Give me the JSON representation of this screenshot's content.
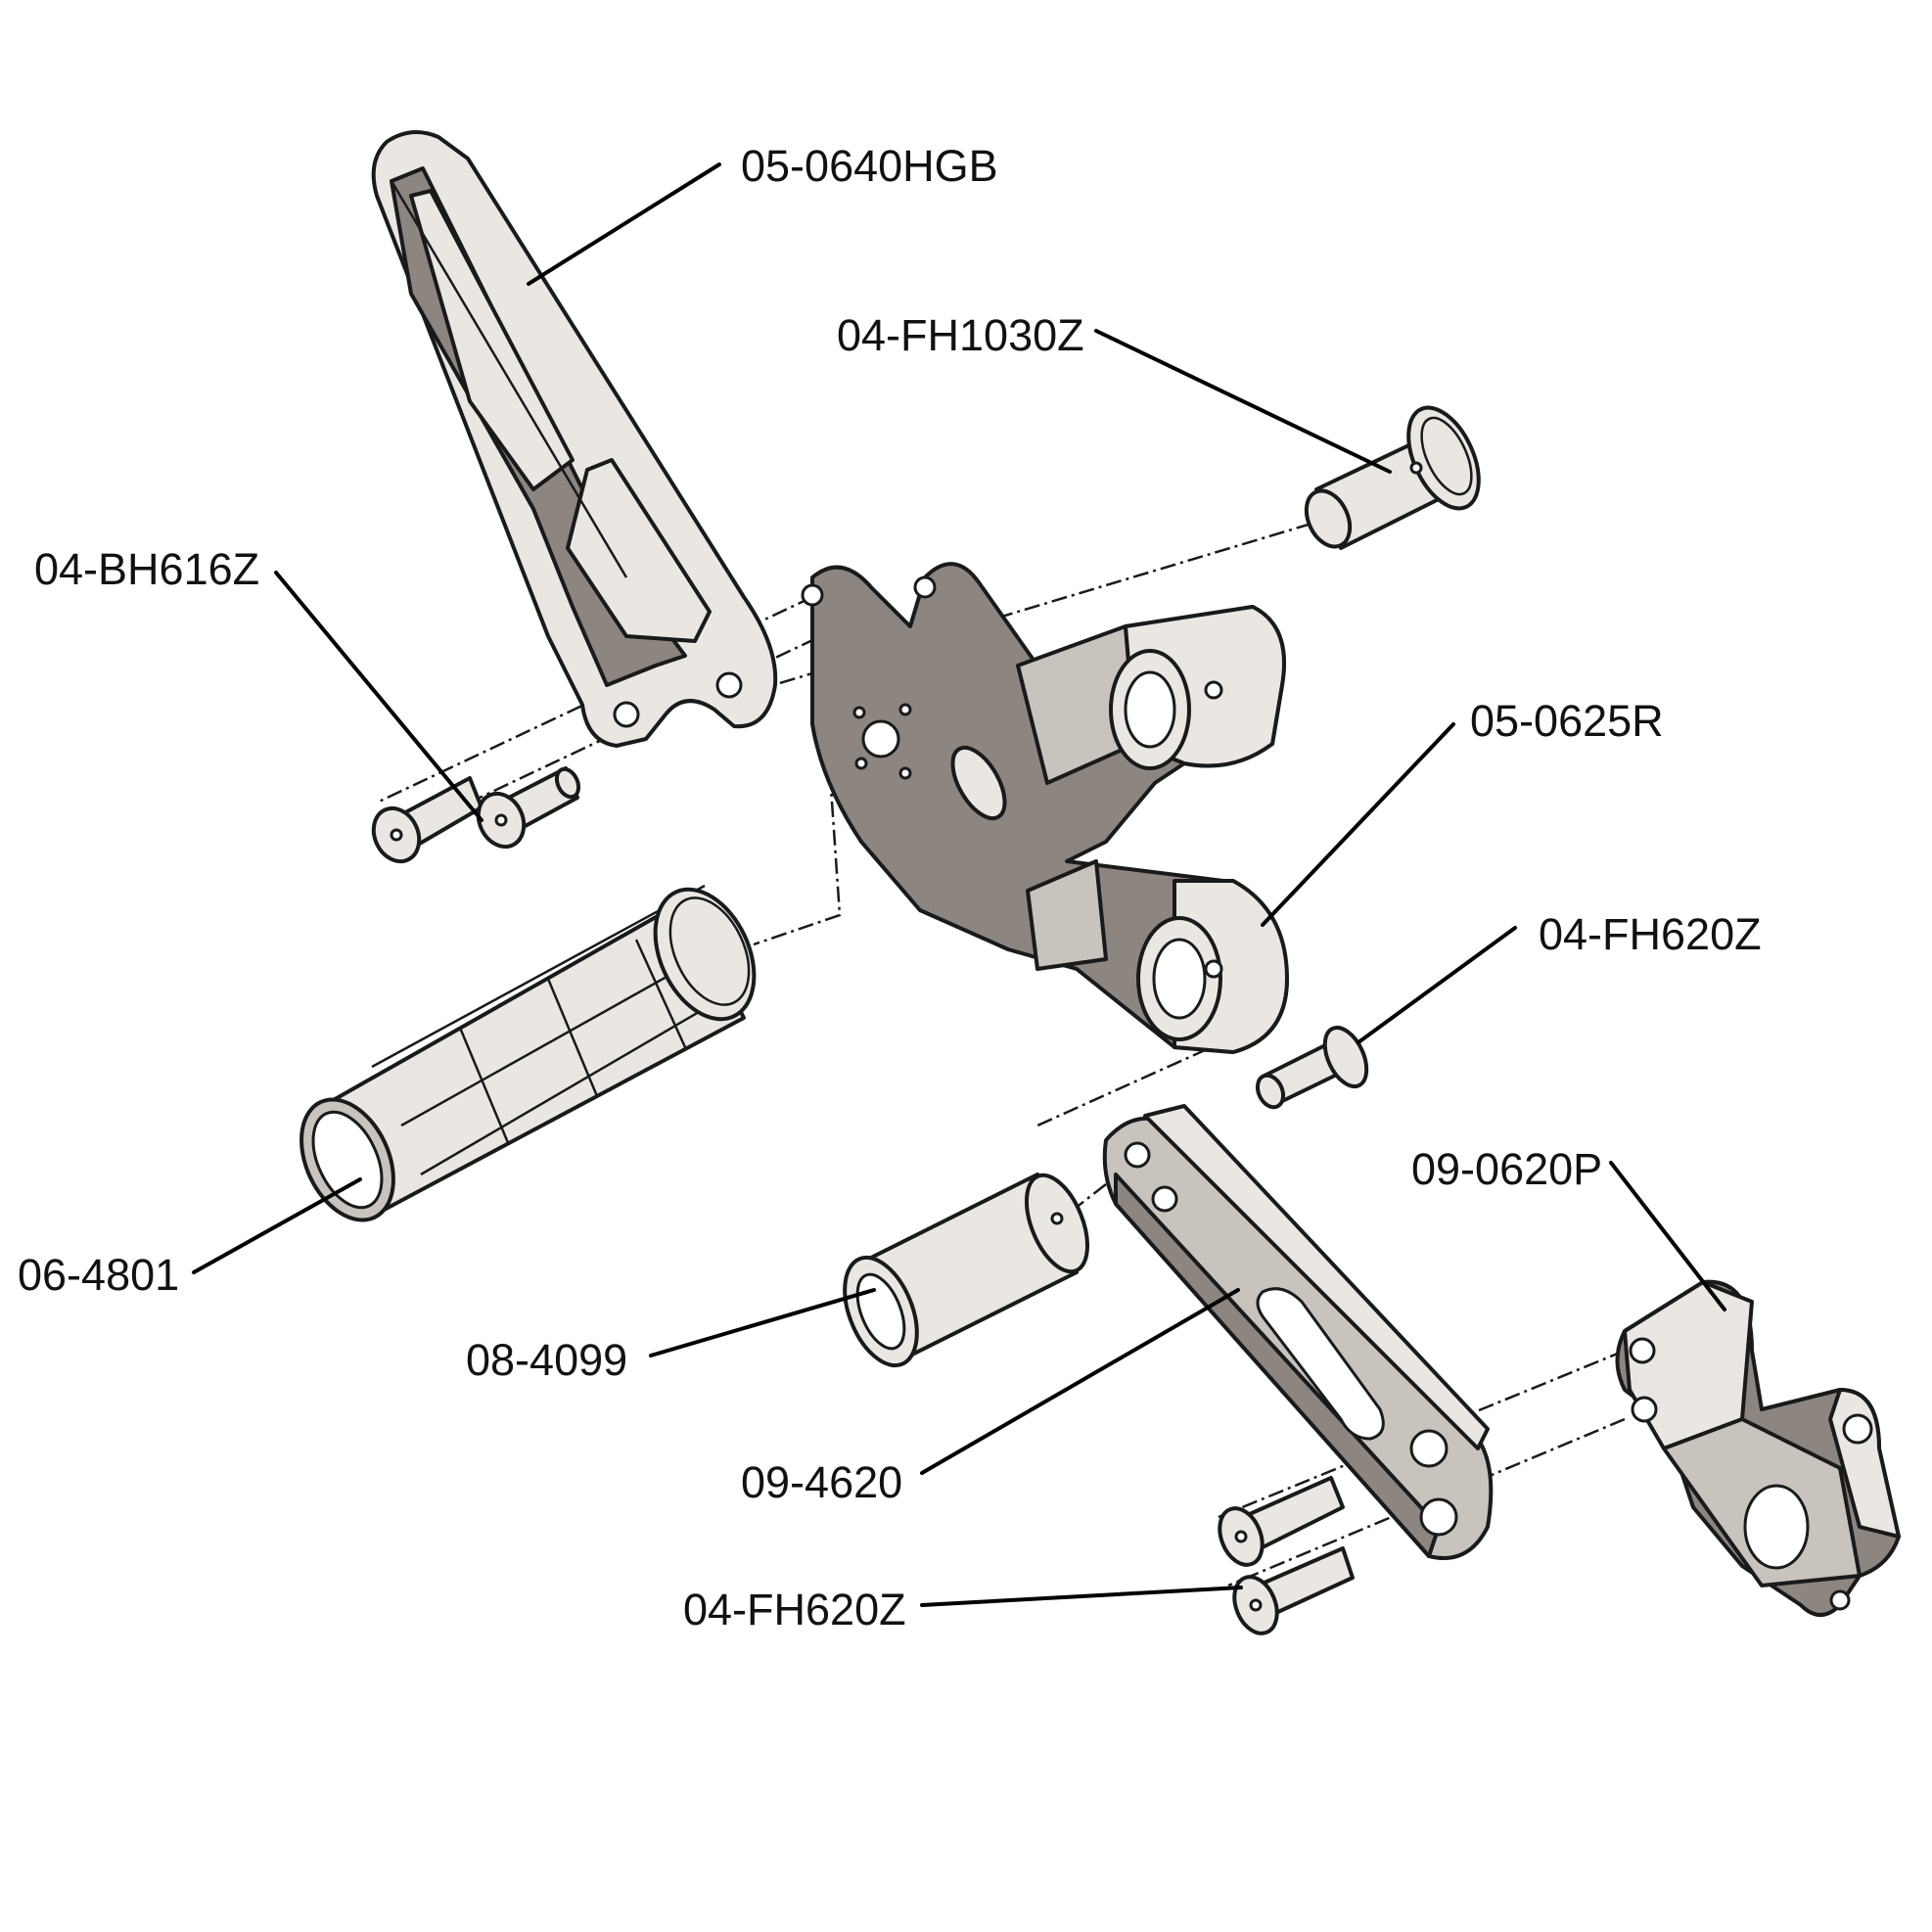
{
  "labels": {
    "heel_guard": "05-0640HGB",
    "pivot_bolt": "04-FH1030Z",
    "guard_bolts": "04-BH616Z",
    "rearset_plate": "05-0625R",
    "linkage_bolt": "04-FH620Z",
    "pedal_bracket": "09-0620P",
    "footpeg": "06-4801",
    "spacer": "08-4099",
    "linkage_arm": "09-4620",
    "pedal_bolts": "04-FH620Z"
  },
  "colors": {
    "part_light": "#eae6e2",
    "part_mid": "#c9c3bd",
    "part_dark": "#8c8580",
    "line": "#1a1a1a"
  }
}
